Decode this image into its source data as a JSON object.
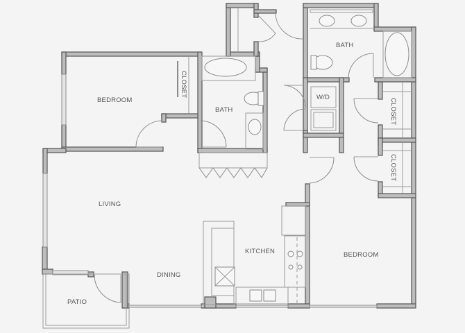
{
  "floorplan": {
    "rooms": [
      {
        "id": "bedroom-1",
        "label": "BEDROOM"
      },
      {
        "id": "closet-1",
        "label": "CLOSET"
      },
      {
        "id": "bath-1",
        "label": "BATH"
      },
      {
        "id": "bath-2",
        "label": "BATH"
      },
      {
        "id": "laundry",
        "label": "W/D"
      },
      {
        "id": "closet-2",
        "label": "CLOSET"
      },
      {
        "id": "closet-3",
        "label": "CLOSET"
      },
      {
        "id": "living",
        "label": "LIVING"
      },
      {
        "id": "kitchen",
        "label": "KITCHEN"
      },
      {
        "id": "bedroom-2",
        "label": "BEDROOM"
      },
      {
        "id": "dining",
        "label": "DINING"
      },
      {
        "id": "patio",
        "label": "PATIO"
      }
    ],
    "colors": {
      "wall_fill": "#bdbdbd",
      "wall_stroke": "#555555",
      "background": "#f4f4f4",
      "text": "#555555"
    }
  }
}
